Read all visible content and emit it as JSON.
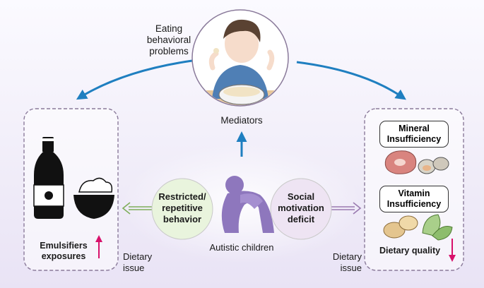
{
  "mediator": {
    "top_label": "Eating behavioral problems",
    "top_label_lines": [
      "Eating",
      "behavioral",
      "problems"
    ],
    "bottom_label": "Mediators"
  },
  "center": {
    "label": "Autistic children",
    "left_node": "Restricted/ repetitive behavior",
    "left_node_lines": [
      "Restricted/",
      "repetitive",
      "behavior"
    ],
    "right_node": "Social motivation deficit",
    "right_node_lines": [
      "Social",
      "motivation",
      "deficit"
    ]
  },
  "left_panel": {
    "label": "Emulsifiers exposures",
    "label_lines": [
      "Emulsifiers",
      "exposures"
    ],
    "trend": "up"
  },
  "right_panel": {
    "mineral": "Mineral Insufficiency",
    "mineral_lines": [
      "Mineral",
      "Insufficiency"
    ],
    "vitamin": "Vitamin Insufficiency",
    "vitamin_lines": [
      "Vitamin",
      "Insufficiency"
    ],
    "quality": "Dietary quality",
    "trend": "down"
  },
  "dietary_issue_left": [
    "Dietary",
    "issue"
  ],
  "dietary_issue_right": [
    "Dietary",
    "issue"
  ],
  "colors": {
    "arrow_blue": "#1f7fc0",
    "trend_pink": "#d8116b",
    "left_node_fill": "#e9f4dd",
    "right_node_fill": "#eee4f3",
    "figure_purple": "#8e77bd",
    "panel_border": "#8a7a9a"
  },
  "icons": [
    "bottle-icon",
    "bowl-icon",
    "child-eating-illustration",
    "sitting-child-icon",
    "meat-icon",
    "shellfish-icon",
    "nuts-icon",
    "spinach-icon"
  ]
}
